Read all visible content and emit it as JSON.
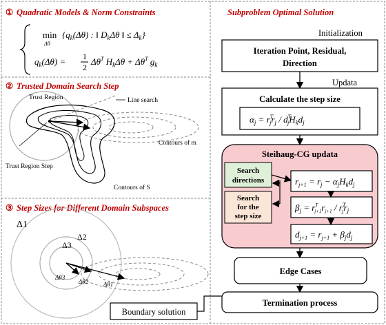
{
  "panels": {
    "p1": {
      "num": "①",
      "title": "Quadratic Models & Norm Constraints"
    },
    "p2": {
      "num": "②",
      "title": "Trusted Domain Search Step"
    },
    "p3": {
      "num": "③",
      "title": "Step Sizes for Different Domain Subspaces"
    },
    "right": {
      "title": "Subproblem Optimal Solution"
    }
  },
  "p2_labels": {
    "trust_region": "Trust Region",
    "line_search": "Line search",
    "contours_m": "Contours of m",
    "trust_region_step": "Trust Region Step",
    "contours_s": "Contours of S"
  },
  "p3_labels": {
    "delta1": "Δ1",
    "delta2": "Δ2",
    "delta3": "Δ3",
    "dtheta1": "Δθ1",
    "dtheta2": "Δθ2",
    "dtheta3": "Δθ3",
    "boundary": "Boundary solution"
  },
  "flow": {
    "initialization": "Initialization",
    "iteration_box": [
      "Iteration Point, Residual,",
      "Direction"
    ],
    "updata": "Updata",
    "calc_step": "Calculate the step size",
    "cg_title": "Steihaug-CG updata",
    "search_directions": [
      "Search",
      "directions"
    ],
    "search_step": [
      "Search",
      "for the",
      "step size"
    ],
    "edge_cases": "Edge Cases",
    "termination": "Termination process"
  },
  "colors": {
    "accent_red": "#c00000",
    "cg_fill": "#f8cbcf",
    "search_dir_fill": "#dff0d8",
    "search_step_fill": "#fbe5d6"
  }
}
